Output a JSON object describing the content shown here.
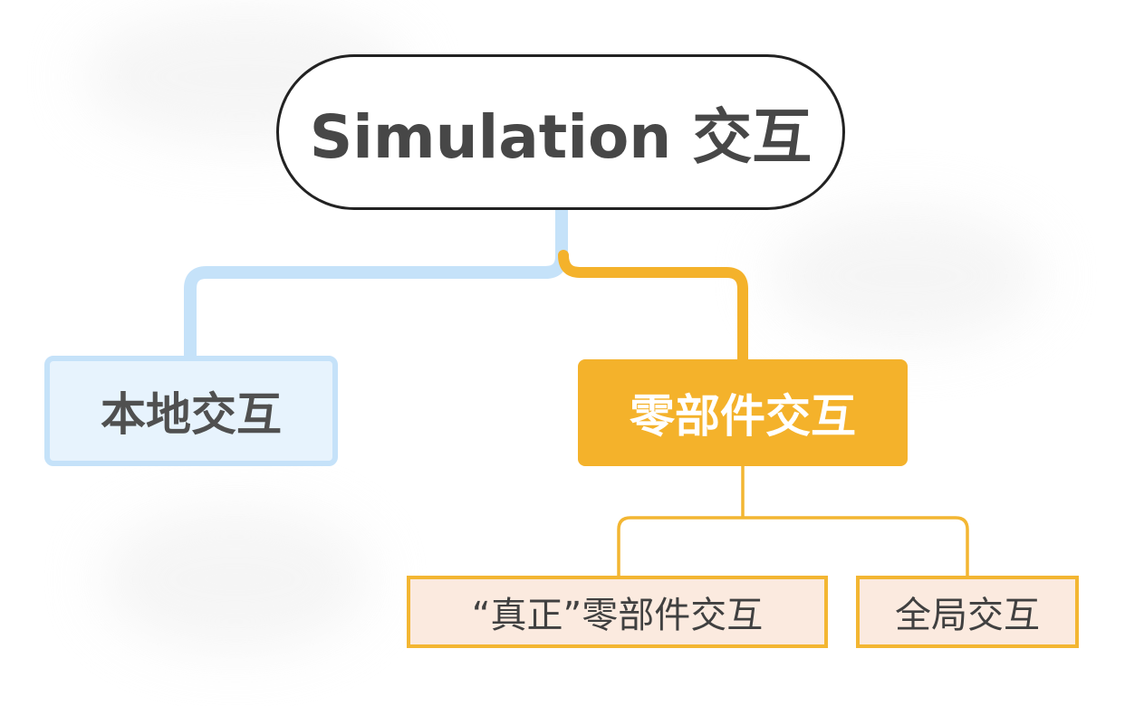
{
  "diagram": {
    "root": {
      "label": "Simulation 交互"
    },
    "branches": [
      {
        "label": "本地交互",
        "color": "#c5e2f9",
        "fill": "#e7f3fd"
      },
      {
        "label": "零部件交互",
        "color": "#f4b22b",
        "children": [
          {
            "label": "“真正”零部件交互"
          },
          {
            "label": "全局交互"
          }
        ]
      }
    ],
    "colors": {
      "root_border": "#222222",
      "blue_connector": "#c5e2f9",
      "orange_connector": "#f4b22b",
      "leaf_border": "#f3b632",
      "leaf_fill": "#fbeadf"
    }
  }
}
